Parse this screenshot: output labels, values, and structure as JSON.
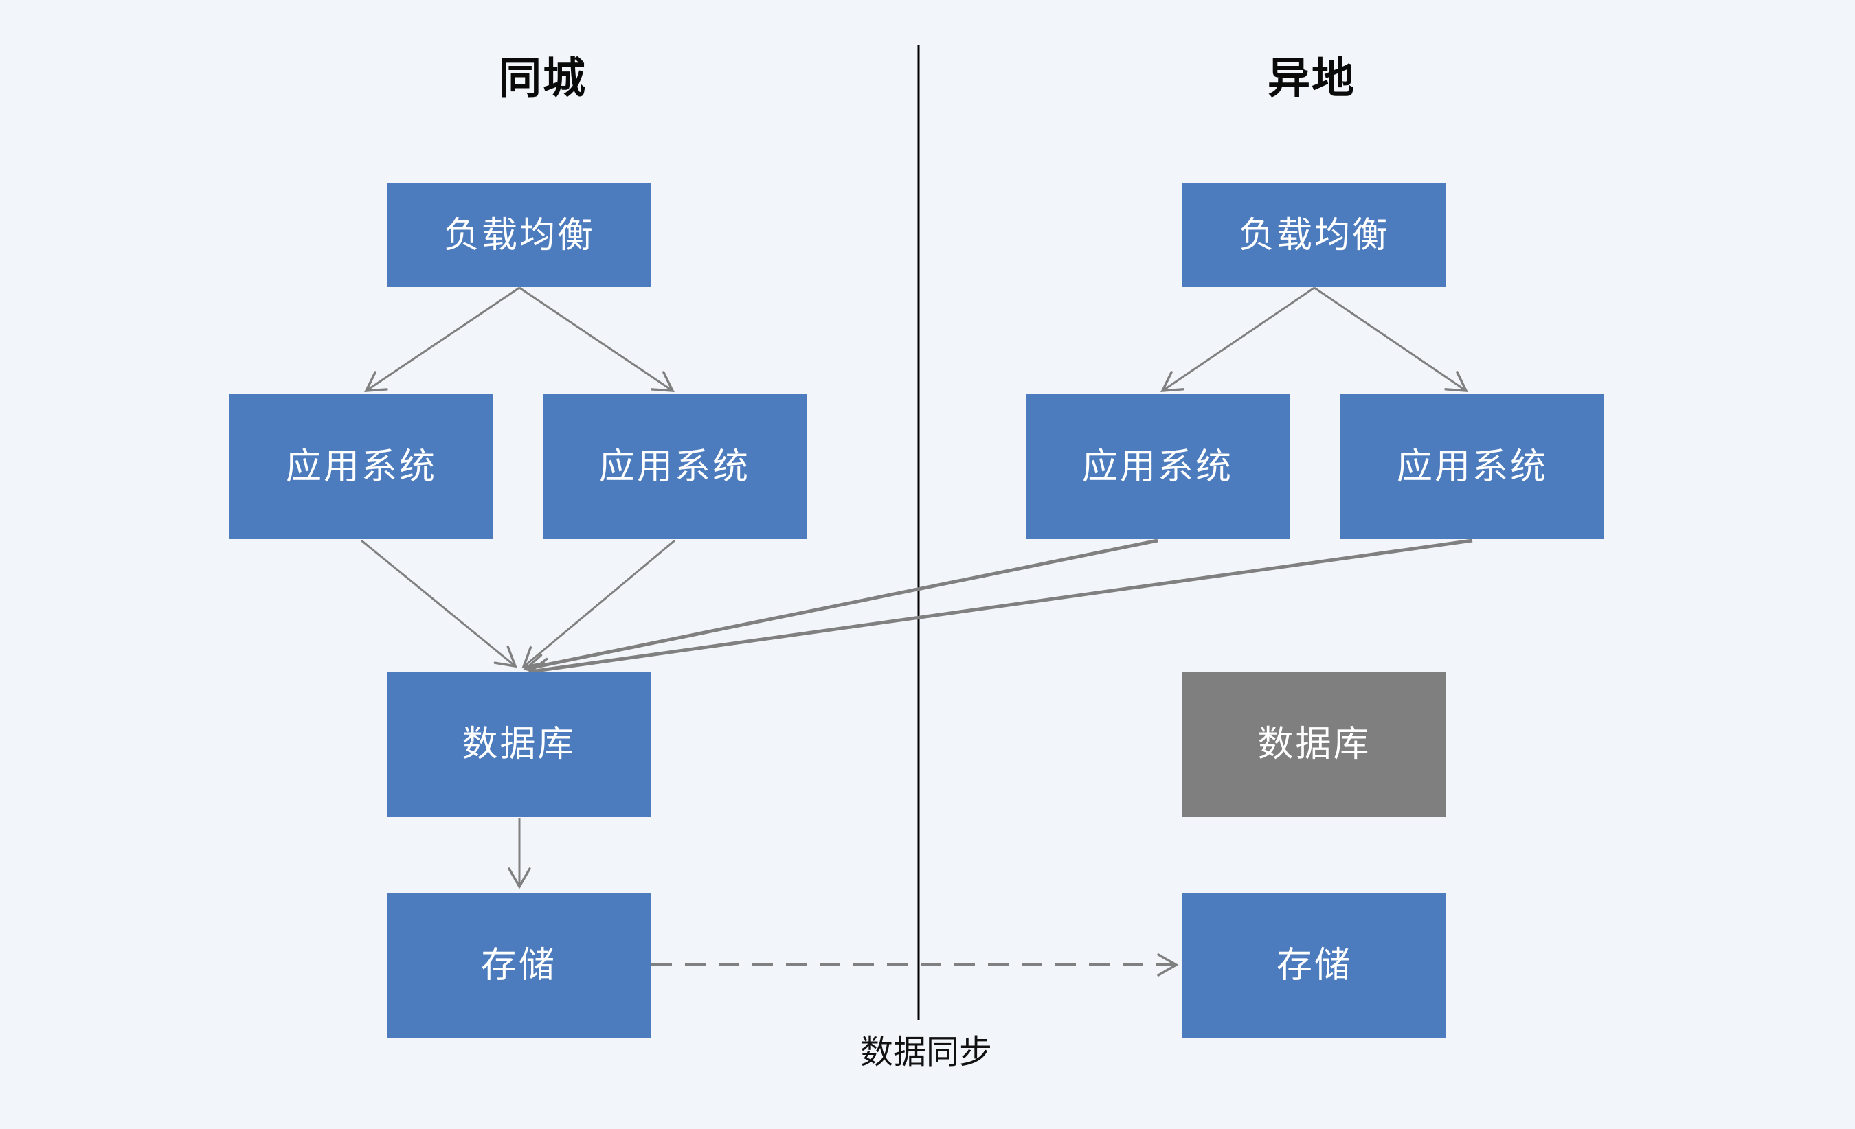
{
  "regions": {
    "left": {
      "title": "同城"
    },
    "right": {
      "title": "异地"
    }
  },
  "nodes": {
    "left_load_balancer": "负载均衡",
    "left_app_1": "应用系统",
    "left_app_2": "应用系统",
    "left_database": "数据库",
    "left_storage": "存储",
    "right_load_balancer": "负载均衡",
    "right_app_1": "应用系统",
    "right_app_2": "应用系统",
    "right_database": "数据库",
    "right_storage": "存储"
  },
  "labels": {
    "data_sync": "数据同步"
  },
  "edges": [
    {
      "from": "left_load_balancer",
      "to": "left_app_1",
      "style": "solid-arrow"
    },
    {
      "from": "left_load_balancer",
      "to": "left_app_2",
      "style": "solid-arrow"
    },
    {
      "from": "left_app_1",
      "to": "left_database",
      "style": "solid-arrow"
    },
    {
      "from": "left_app_2",
      "to": "left_database",
      "style": "solid-arrow"
    },
    {
      "from": "right_load_balancer",
      "to": "right_app_1",
      "style": "solid-arrow"
    },
    {
      "from": "right_load_balancer",
      "to": "right_app_2",
      "style": "solid-arrow"
    },
    {
      "from": "right_app_1",
      "to": "left_database",
      "style": "solid-arrow-thick"
    },
    {
      "from": "right_app_2",
      "to": "left_database",
      "style": "solid-arrow-thick"
    },
    {
      "from": "left_database",
      "to": "left_storage",
      "style": "solid-arrow"
    },
    {
      "from": "left_storage",
      "to": "right_storage",
      "style": "dashed-arrow",
      "label": "数据同步"
    }
  ],
  "colors": {
    "node_active": "#4D7CBE",
    "node_inactive": "#7F7F7F",
    "node_text": "#FFFFFF",
    "arrow": "#808080",
    "divider": "#000000",
    "background": "#F2F5FA",
    "title_text": "#0A0A0A"
  }
}
